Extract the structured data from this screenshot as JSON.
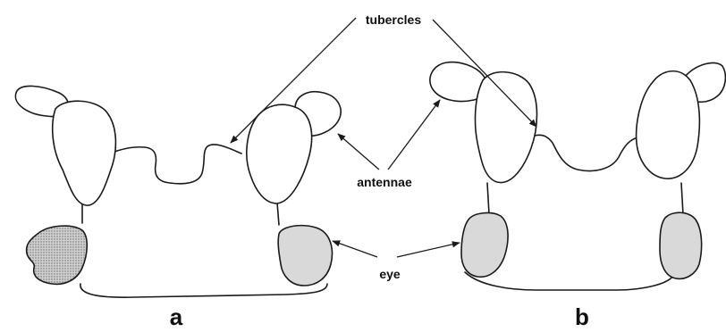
{
  "labels": {
    "tubercles": "tubercles",
    "antennae": "antennae",
    "eye": "eye",
    "panel_a": "a",
    "panel_b": "b"
  },
  "colors": {
    "line": "#1a1a1a",
    "eye_fill": "#d9d9d9",
    "background": "#ffffff"
  }
}
